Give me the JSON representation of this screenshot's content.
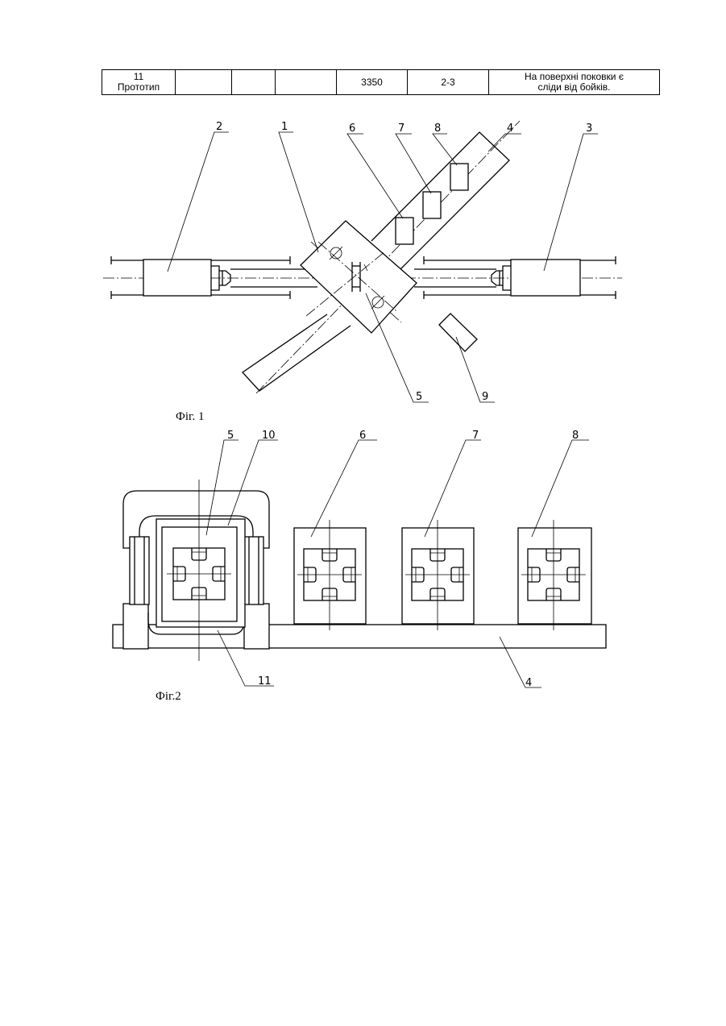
{
  "table": {
    "row": [
      {
        "line1": "11",
        "line2": "Прототип"
      },
      {
        "line1": "",
        "line2": ""
      },
      {
        "line1": "",
        "line2": ""
      },
      {
        "line1": "",
        "line2": ""
      },
      {
        "line1": "3350",
        "line2": ""
      },
      {
        "line1": "2-3",
        "line2": ""
      },
      {
        "line1": "На поверхні поковки є",
        "line2": "сліди від бойків."
      }
    ]
  },
  "fig1": {
    "caption": "Фіг. 1",
    "labels": {
      "n1": "1",
      "n2": "2",
      "n3": "3",
      "n4": "4",
      "n5": "5",
      "n6": "6",
      "n7": "7",
      "n8": "8",
      "n9": "9"
    }
  },
  "fig2": {
    "caption": "Фіг.2",
    "labels": {
      "n4": "4",
      "n5": "5",
      "n6": "6",
      "n7": "7",
      "n8": "8",
      "n10": "10",
      "n11": "11"
    }
  }
}
